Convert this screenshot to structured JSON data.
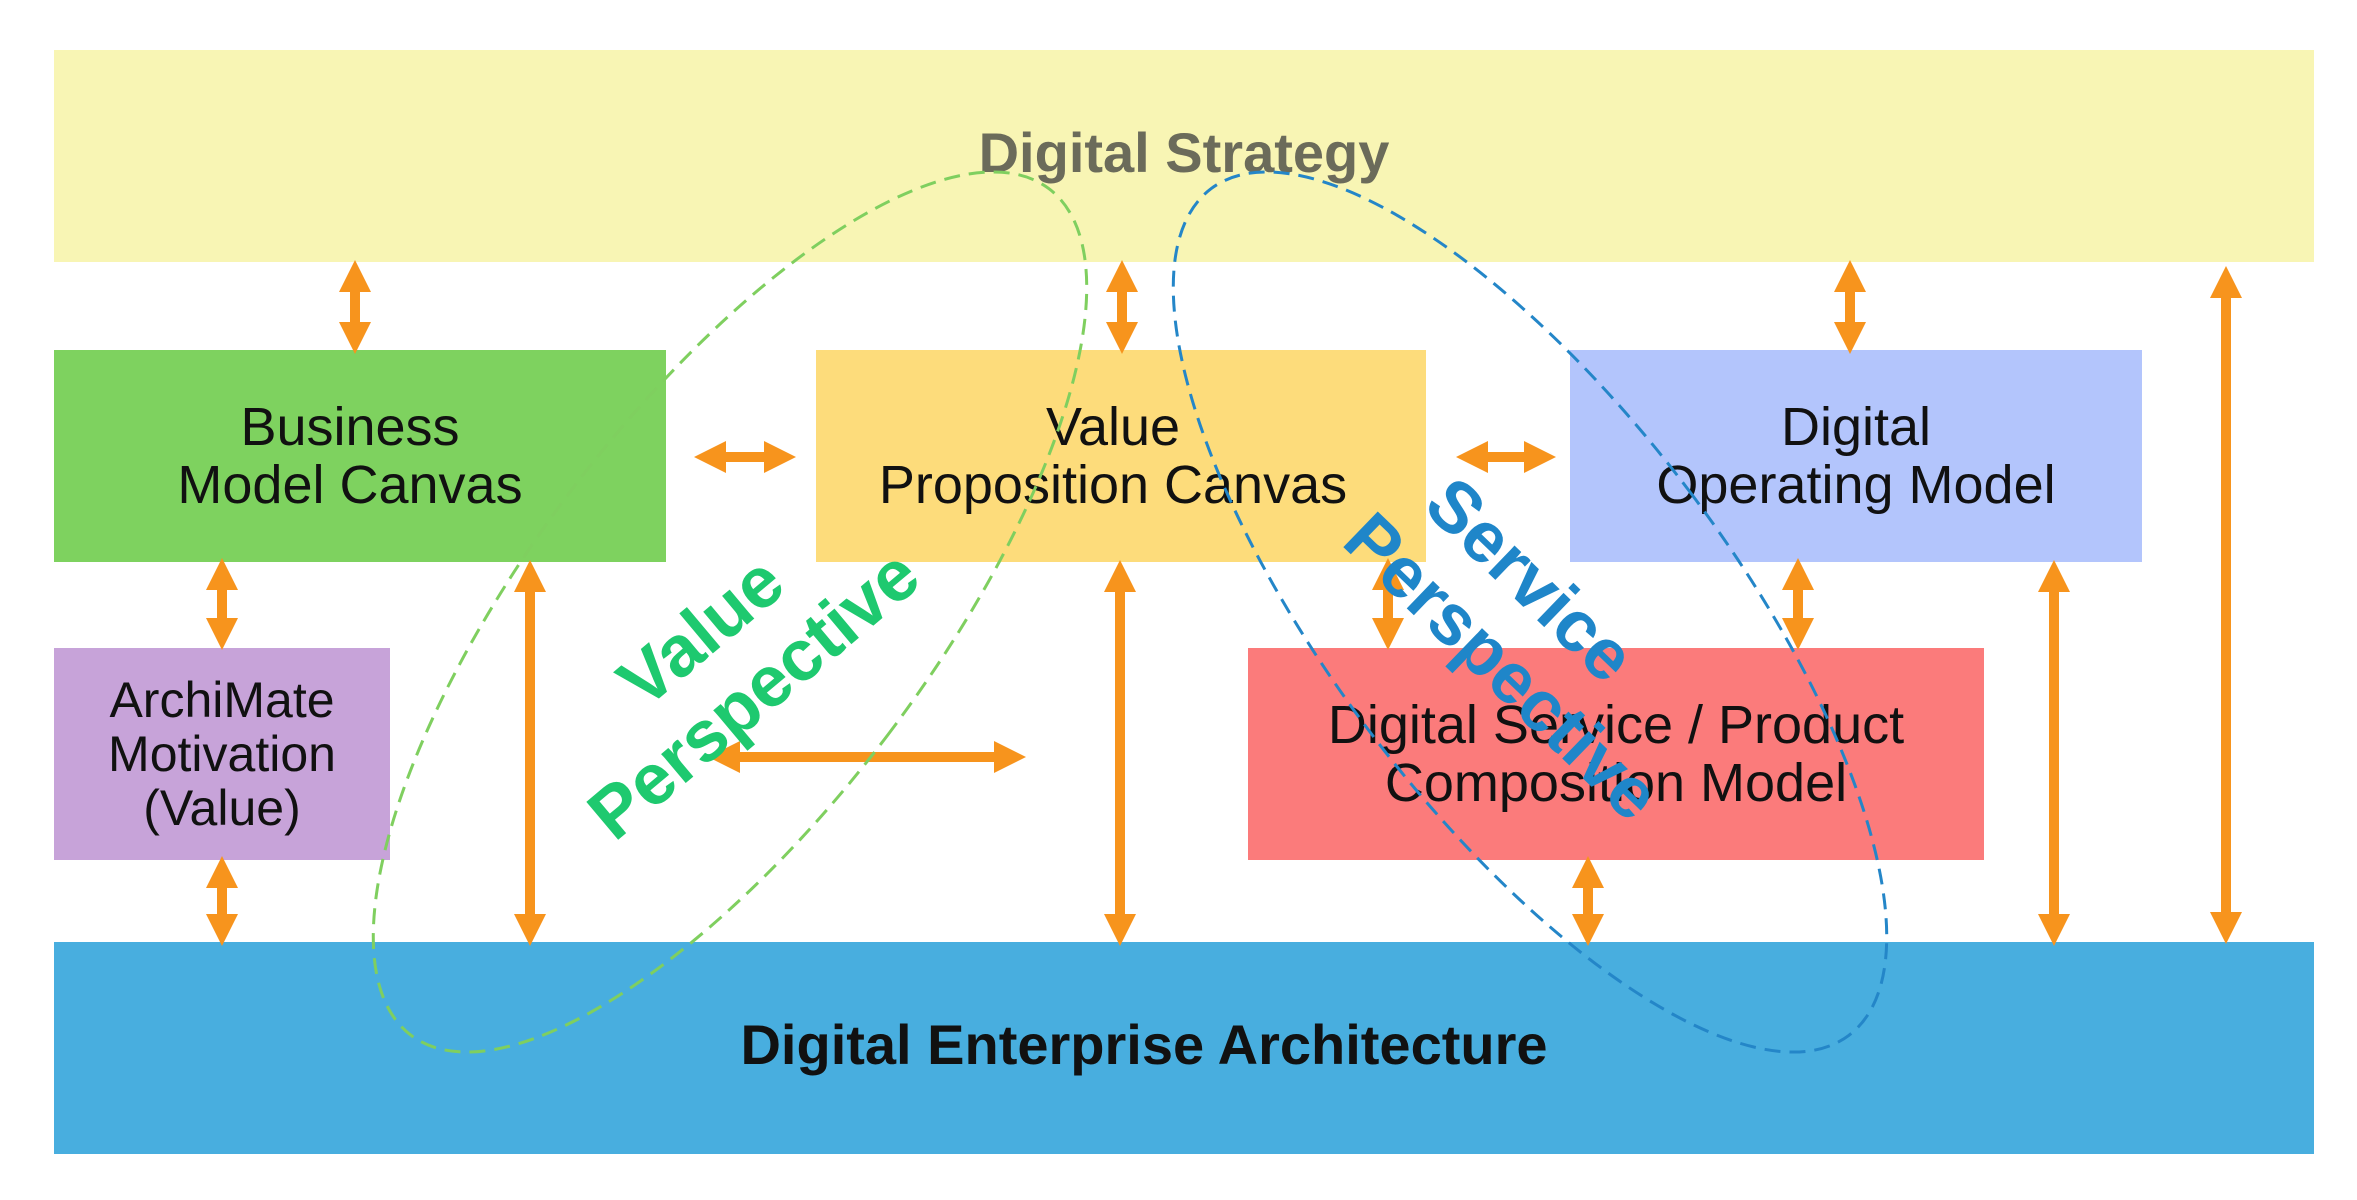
{
  "strategy": {
    "label": "Digital Strategy",
    "color": "#f8f5b4",
    "text_color": "#6b6b5a"
  },
  "architecture": {
    "label": "Digital Enterprise Architecture",
    "color": "#48aedf",
    "text_color": "#111111"
  },
  "boxes": {
    "business_model_canvas": {
      "line1": "Business",
      "line2": "Model Canvas",
      "color": "#7ed25f"
    },
    "value_proposition_canvas": {
      "line1": "Value",
      "line2": "Proposition Canvas",
      "color": "#fddc7b"
    },
    "digital_operating_model": {
      "line1": "Digital",
      "line2": "Operating Model",
      "color": "#b3c5fc"
    },
    "archimate_motivation": {
      "line1": "ArchiMate",
      "line2": "Motivation",
      "line3": "(Value)",
      "color": "#c7a3d9"
    },
    "digital_service_composition": {
      "line1": "Digital Service / Product",
      "line2": "Composition Model",
      "color": "#fb7b7b"
    }
  },
  "perspectives": {
    "value": {
      "line1": "Value",
      "line2": "Perspective",
      "color": "#1ec96f",
      "ellipse_color": "#7fcf5f"
    },
    "service": {
      "line1": "Service",
      "line2": "Perspective",
      "color": "#1f86c9",
      "ellipse_color": "#2486c8"
    }
  },
  "arrow_color": "#f7941d"
}
